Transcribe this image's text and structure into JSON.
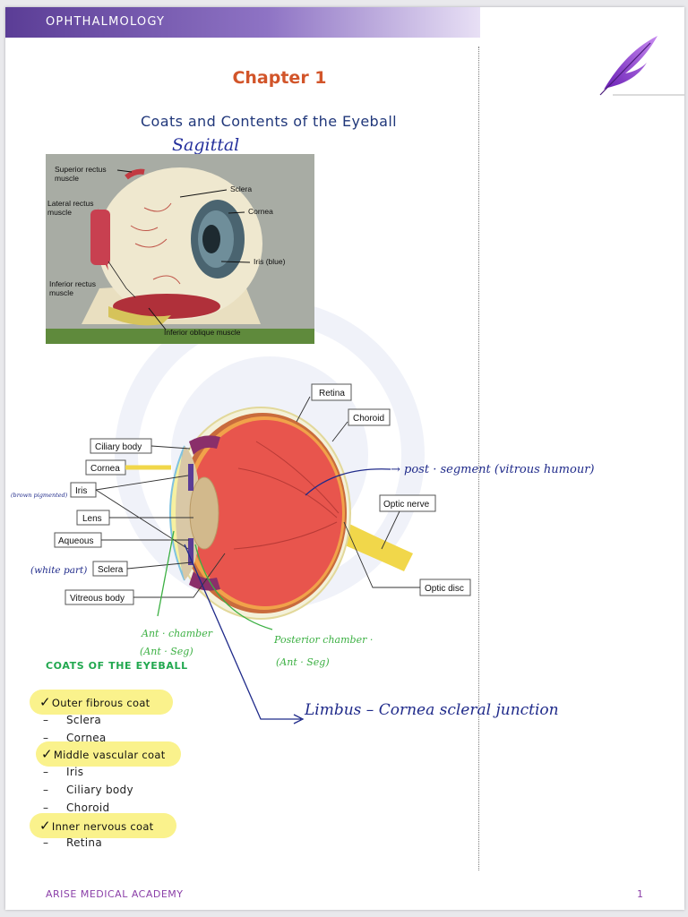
{
  "header": {
    "section": "OPHTHALMOLOGY"
  },
  "chapter": "Chapter 1",
  "title": "Coats and Contents of the Eyeball",
  "sagittal_note": "Sagittal",
  "photo_labels": {
    "superior_rectus": [
      "Superior rectus",
      "muscle"
    ],
    "lateral_rectus": [
      "Lateral rectus",
      "muscle"
    ],
    "inferior_rectus": [
      "Inferior rectus",
      "muscle"
    ],
    "sclera": "Sclera",
    "cornea": "Cornea",
    "iris": "Iris (blue)",
    "inferior_oblique": "Inferior oblique muscle"
  },
  "diagram_labels": {
    "retina": "Retina",
    "choroid": "Choroid",
    "ciliary_body": "Ciliary body",
    "cornea": "Cornea",
    "iris": "Iris",
    "lens": "Lens",
    "aqueous": "Aqueous",
    "sclera": "Sclera",
    "vitreous_body": "Vitreous body",
    "optic_nerve": "Optic nerve",
    "optic_disc": "Optic disc"
  },
  "annotations": {
    "post_segment": "→ post · segment (vitrous humour)",
    "brown_pigmented": "(brown pigmented)",
    "white_part": "(white part)",
    "ant_chamber": "Ant · chamber",
    "ant_seg_1": "(Ant · Seg)",
    "posterior_chamber": "Posterior chamber ·",
    "ant_seg_2": "(Ant · Seg)",
    "limbus": "Limbus – Cornea scleral junction"
  },
  "coats": {
    "heading": "COATS OF THE EYEBALL",
    "tick": "✓",
    "dash": "–",
    "groups": [
      {
        "label": "Outer fibrous coat",
        "items": [
          "Sclera",
          "Cornea"
        ]
      },
      {
        "label": "Middle vascular coat",
        "items": [
          "Iris",
          "Ciliary body",
          "Choroid"
        ]
      },
      {
        "label": "Inner nervous coat",
        "items": [
          "Retina"
        ]
      }
    ]
  },
  "footer": {
    "academy": "ARISE MEDICAL ACADEMY",
    "page_number": "1"
  },
  "colors": {
    "header_purple": "#5b3d96",
    "chapter_orange": "#d2552a",
    "title_navy": "#20377a",
    "handwriting_blue": "#25309c",
    "handwriting_green": "#3cb043",
    "highlight_yellow": "#faf28c",
    "heading_green": "#21a84f",
    "footer_purple": "#8b3fa8"
  },
  "icons": {
    "feather": "quill-feather-icon",
    "tick": "checkmark-icon"
  }
}
